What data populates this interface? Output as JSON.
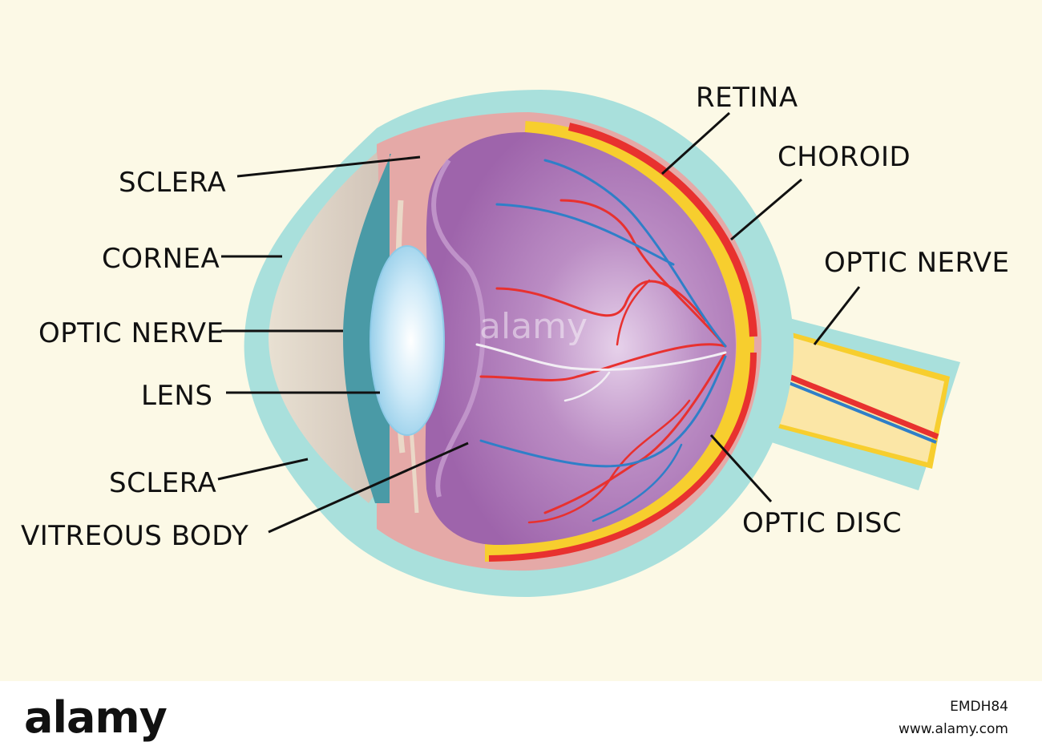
{
  "labels": {
    "sclera_top": "SCLERA",
    "cornea": "CORNEA",
    "optic_nerve_left": "OPTIC NERVE",
    "lens": "LENS",
    "sclera_bottom": "SCLERA",
    "vitreous_body": "VITREOUS BODY",
    "retina": "RETINA",
    "choroid": "CHOROID",
    "optic_nerve_right": "OPTIC NERVE",
    "optic_disc": "OPTIC DISC"
  },
  "watermark": {
    "text": "alamy"
  },
  "footer": {
    "logo": "alamy",
    "image_id": "EMDH84",
    "site": "www.alamy.com"
  },
  "colors": {
    "background": "#fcf9e6",
    "sclera_outer": "#a9e0dc",
    "choroid_pink": "#e5a9a7",
    "vitreous_purple": "#a671b1",
    "retina_yellow": "#f7ce2e",
    "vessel_red": "#e8312f",
    "vessel_blue": "#2f7fc8",
    "lens_blue": "#bde3f5"
  }
}
